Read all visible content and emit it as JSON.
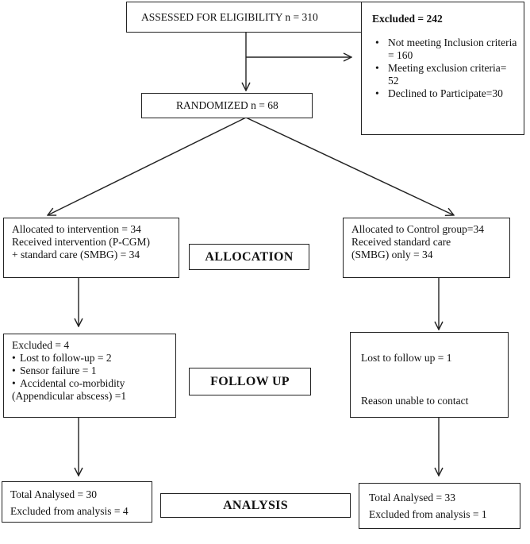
{
  "assessed": "ASSESSED FOR ELIGIBILITY n = 310",
  "excluded": {
    "title": "Excluded = 242",
    "items": [
      "Not meeting Inclusion criteria =  160",
      "Meeting exclusion criteria= 52",
      "Declined to Participate=30"
    ]
  },
  "randomized": "RANDOMIZED n = 68",
  "allocation_label": "ALLOCATION",
  "followup_label": "FOLLOW UP",
  "analysis_label": "ANALYSIS",
  "intervention": {
    "line1": "Allocated to intervention = 34",
    "line2": "Received intervention (P-CGM)",
    "line3": "+ standard care (SMBG) = 34"
  },
  "control": {
    "line1": "Allocated to Control group=34",
    "line2": "Received standard care",
    "line3": "(SMBG) only = 34"
  },
  "followup_intervention": {
    "title": "Excluded = 4",
    "items": [
      "Lost to follow-up = 2",
      "Sensor failure = 1",
      "Accidental co-morbidity"
    ],
    "continuation": "(Appendicular abscess) =1"
  },
  "followup_control": {
    "line1": "Lost to follow up =  1",
    "line2": "Reason  unable to contact"
  },
  "analysis_intervention": {
    "line1": "Total  Analysed = 30",
    "line2": "Excluded from analysis =  4"
  },
  "analysis_control": {
    "line1": "Total Analysed = 33",
    "line2": "Excluded from analysis = 1"
  }
}
